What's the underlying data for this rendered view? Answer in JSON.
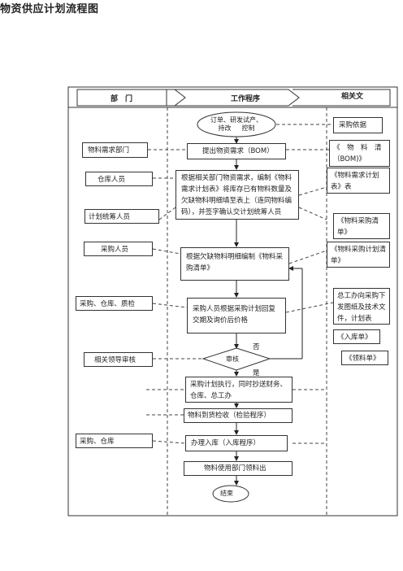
{
  "title": "物资供应计划流程图",
  "headers": {
    "dept": "部　门",
    "process": "工作程序",
    "related": "相关文"
  },
  "departments": [
    "物料需求部门",
    "仓库人员",
    "计划统筹人员",
    "采购人员",
    "采购、仓库、质检",
    "相关领导审核",
    "采购、仓库"
  ],
  "process": {
    "start": "订单、研发试产、\n持改  　控制",
    "step1": "提出物资需求（BOM）",
    "step2": "根据相关部门物资需求，编制《物料需求计划表》将库存已有物料数量及欠缺物料明细填至表上（连同物料编码），并签字确认交计划统筹人员",
    "step3": "根据欠缺物料明细编制《物料采购清单》",
    "step4": "采购人员根据采购计划回复交期及询价后价格",
    "decision": "审核",
    "no_label": "否",
    "yes_label": "是",
    "step5": "采购计划执行，同时抄送财务、仓库、总工办",
    "step6": "物料到货检收（检验程序）",
    "step7": "办理入库（入库程序）",
    "step8": "物料使用部门领料出",
    "end": "结束"
  },
  "documents": [
    "采购依据",
    "《　物　料　清（BOM)》",
    "《物料需求计划表》表",
    "《物料采购清单》",
    "《物料采购计划清单》",
    "总工办向采购下发图纸及技术文件，计划表",
    "《入库单》",
    "《领料单》"
  ]
}
